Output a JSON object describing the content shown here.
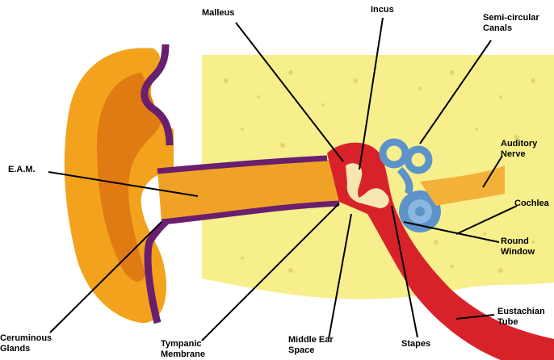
{
  "colors": {
    "background": "#ffffff",
    "bone": "#f6ef8c",
    "bone_texture": "#e3d56a",
    "pinna_outer": "#f3a21d",
    "pinna_inner": "#e07a12",
    "skin_edge": "#6a1f6e",
    "canal": "#f0a227",
    "middle_ear": "#d8222a",
    "ossicles": "#f6e7b0",
    "labyrinth": "#5e93c9",
    "nerve": "#f3b13a",
    "leader": "#000000"
  },
  "labels": {
    "malleus": "Malleus",
    "incus": "Incus",
    "semicircular": [
      "Semi-circular",
      "Canals"
    ],
    "auditory_nerve": [
      "Auditory",
      "Nerve"
    ],
    "cochlea": "Cochlea",
    "eam": "E.A.M.",
    "round_window": [
      "Round",
      "Window"
    ],
    "eustachian": [
      "Eustachian",
      "Tube"
    ],
    "ceruminous": [
      "Ceruminous",
      "Glands"
    ],
    "tympanic": [
      "Tympanic",
      "Membrane"
    ],
    "middle_ear_space": [
      "Middle Ear",
      "Space"
    ],
    "stapes": "Stapes"
  }
}
